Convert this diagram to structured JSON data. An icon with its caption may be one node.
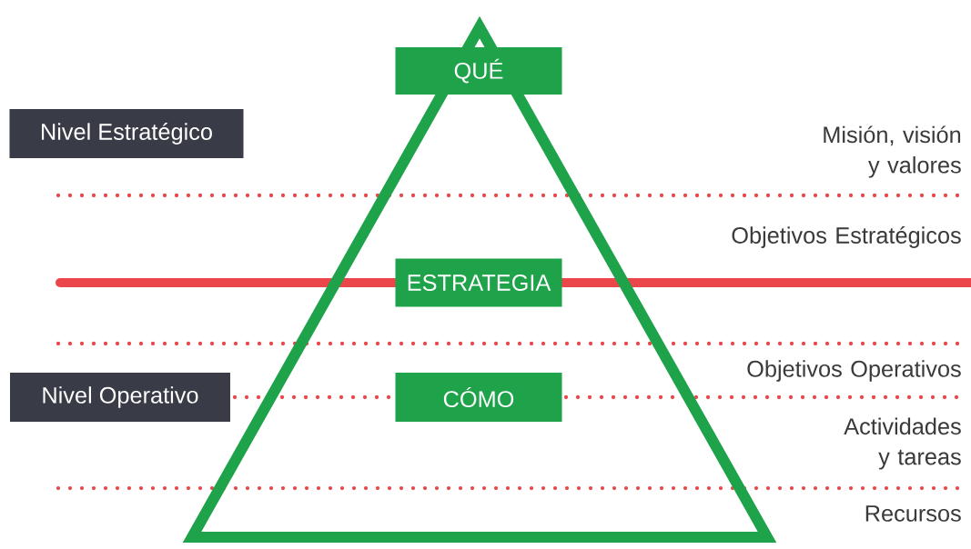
{
  "diagram": {
    "nodes": [
      {
        "text": [
          "QUÉ"
        ]
      },
      {
        "text": [
          "Nivel Estratégico"
        ]
      },
      {
        "text": [
          "ESTRATEGIA"
        ]
      },
      {
        "text": [
          "Nivel Operativo"
        ]
      },
      {
        "text": [
          "CÓMO"
        ]
      }
    ],
    "labels": [
      "Misión, visión y valores",
      "Objetivos Estratégicos",
      "Objetivos Operativos",
      "Actividades y tareas",
      "Recursos"
    ]
  }
}
